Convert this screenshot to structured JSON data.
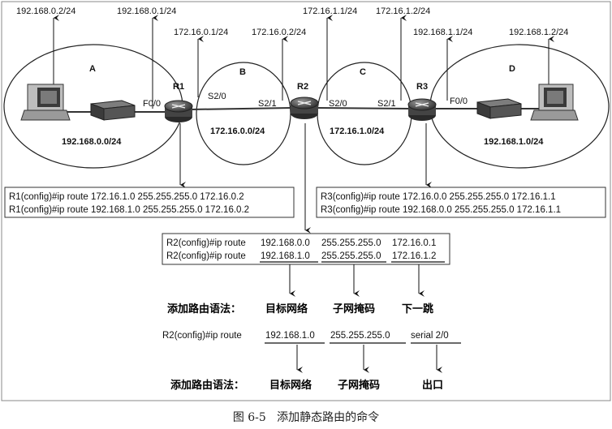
{
  "top_ips": {
    "pc_a": "192.168.0.2/24",
    "r1_f00": "192.168.0.1/24",
    "r1_s20": "172.16.0.1/24",
    "r2_s21": "172.16.0.2/24",
    "r2_s20": "172.16.1.1/24",
    "r3_s21": "172.16.1.2/24",
    "r3_f00": "192.168.1.1/24",
    "pc_d": "192.168.1.2/24"
  },
  "areas": {
    "a": {
      "letter": "A",
      "net": "192.168.0.0/24"
    },
    "b": {
      "letter": "B",
      "net": "172.16.0.0/24"
    },
    "c": {
      "letter": "C",
      "net": "172.16.1.0/24"
    },
    "d": {
      "letter": "D",
      "net": "192.168.1.0/24"
    }
  },
  "routers": {
    "r1": "R1",
    "r2": "R2",
    "r3": "R3"
  },
  "interfaces": {
    "r1_f00": "F0/0",
    "r1_s20": "S2/0",
    "r2_s21": "S2/1",
    "r2_s20": "S2/0",
    "r3_s21": "S2/1",
    "r3_f00": "F0/0"
  },
  "r1_commands": [
    "R1(config)#ip route 172.16.1.0 255.255.255.0 172.16.0.2",
    "R1(config)#ip route 192.168.1.0 255.255.255.0 172.16.0.2"
  ],
  "r3_commands": [
    "R3(config)#ip route 172.16.0.0 255.255.255.0 172.16.1.1",
    "R3(config)#ip route 192.168.0.0 255.255.255.0 172.16.1.1"
  ],
  "r2_box": {
    "line1": {
      "prefix": "R2(config)#ip route",
      "dest": "192.168.0.0",
      "mask": "255.255.255.0",
      "hop": "172.16.0.1"
    },
    "line2": {
      "prefix": "R2(config)#ip route",
      "dest": "192.168.1.0",
      "mask": "255.255.255.0",
      "hop": "172.16.1.2"
    }
  },
  "syntax1": {
    "prefix": "添加路由语法：",
    "dest": "目标网络",
    "mask": "子网掩码",
    "next": "下一跳"
  },
  "exit_cmd": {
    "prefix": "R2(config)#ip route",
    "dest": "192.168.1.0",
    "mask": "255.255.255.0",
    "iface": "serial 2/0"
  },
  "syntax2": {
    "prefix": "添加路由语法：",
    "dest": "目标网络",
    "mask": "子网掩码",
    "exit": "出口"
  },
  "caption": {
    "fig": "图 6-5",
    "title": "添加静态路由的命令"
  }
}
